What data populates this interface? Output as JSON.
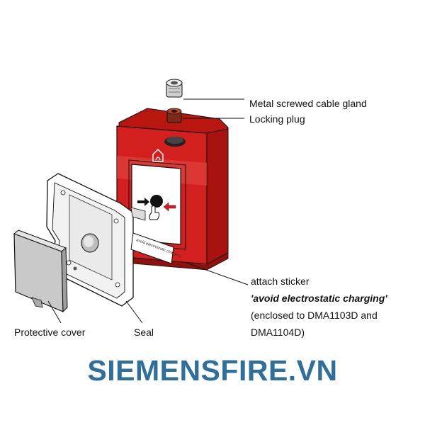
{
  "labels": {
    "cable_gland": "Metal screwed cable gland",
    "locking_plug": "Locking plug",
    "sticker_line1": "attach sticker",
    "sticker_line2": "'avoid electrostatic charging'",
    "sticker_line3": "(enclosed to DMA1103D and",
    "sticker_line4": "DMA1104D)",
    "protective_cover": "Protective cover",
    "seal": "Seal"
  },
  "sticker_text": "avoid electrostatic charging",
  "watermark": "SIEMENSFIRE.VN",
  "colors": {
    "housing_red": "#d3201e",
    "housing_dark_red": "#a8130f",
    "brand_blue": "#2f6f9c",
    "line": "#111111",
    "cover_grey": "#c9c9c9"
  }
}
